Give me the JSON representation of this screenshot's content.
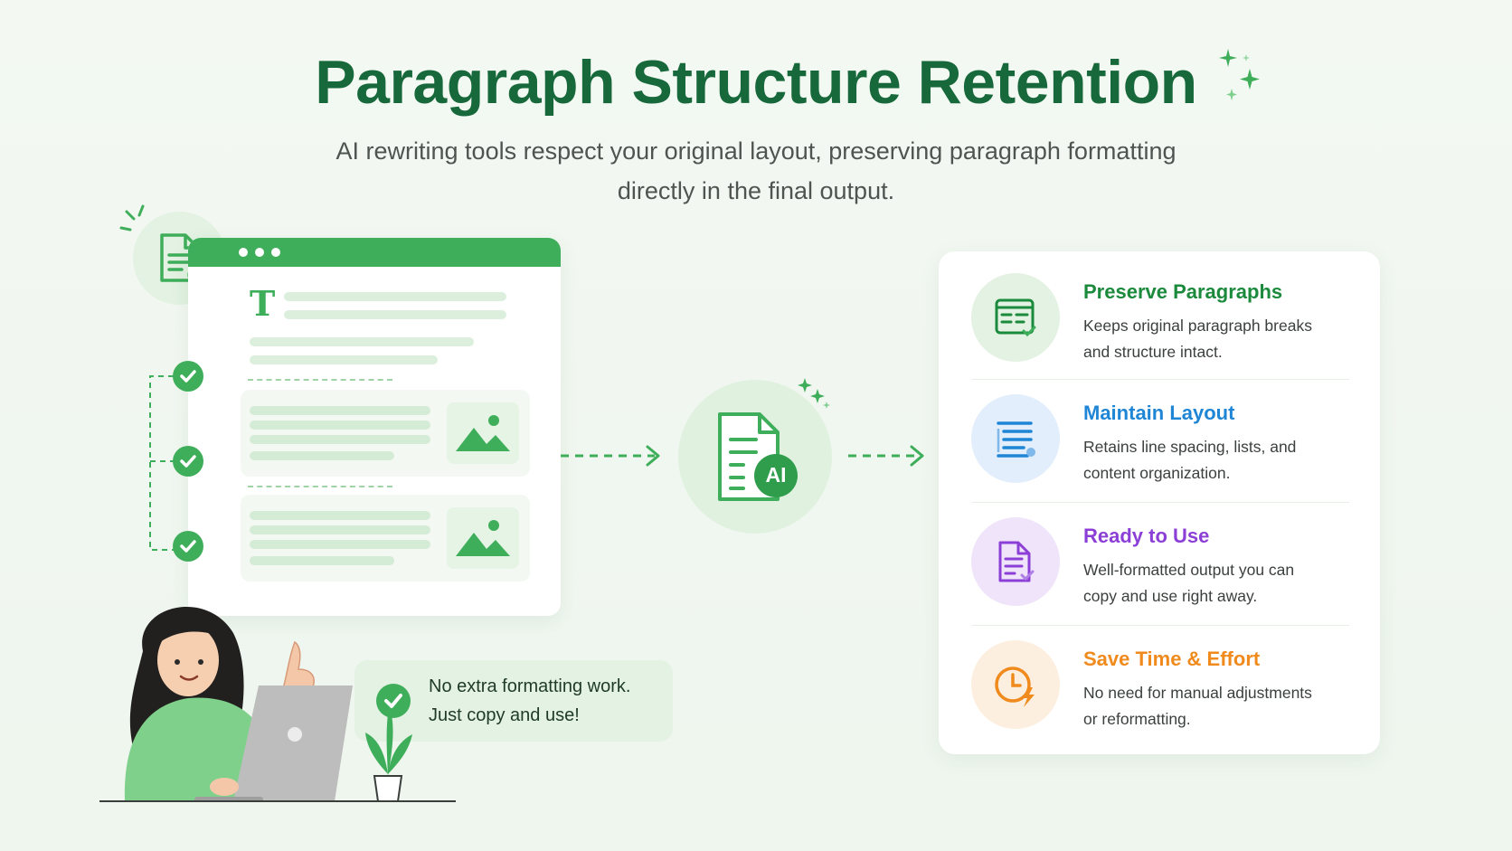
{
  "header": {
    "title": "Paragraph Structure Retention",
    "subtitle_line1": "AI rewriting tools respect your original layout, preserving paragraph formatting",
    "subtitle_line2": "directly in the final output."
  },
  "document_mock": {
    "heading_glyph": "T"
  },
  "center_node": {
    "badge_label": "AI"
  },
  "features": [
    {
      "title": "Preserve Paragraphs",
      "desc_line1": "Keeps original paragraph breaks",
      "desc_line2": "and structure intact.",
      "color": "#1b8a3c",
      "bg": "#e3f2e2",
      "icon": "paragraph-layout-icon"
    },
    {
      "title": "Maintain Layout",
      "desc_line1": "Retains line spacing, lists, and",
      "desc_line2": "content organization.",
      "color": "#1f86d6",
      "bg": "#e2eefb",
      "icon": "list-layout-icon"
    },
    {
      "title": "Ready to Use",
      "desc_line1": "Well-formatted output you can",
      "desc_line2": "copy and use right away.",
      "color": "#8b3fd6",
      "bg": "#efe4fa",
      "icon": "document-check-icon"
    },
    {
      "title": "Save Time & Effort",
      "desc_line1": "No need for manual adjustments",
      "desc_line2": "or reformatting.",
      "color": "#f08a1c",
      "bg": "#fdefdf",
      "icon": "clock-lightning-icon"
    }
  ],
  "callout": {
    "line1": "No extra formatting work.",
    "line2": "Just copy and use!"
  },
  "colors": {
    "brand_green": "#3fae5a",
    "title_green": "#17683a"
  }
}
